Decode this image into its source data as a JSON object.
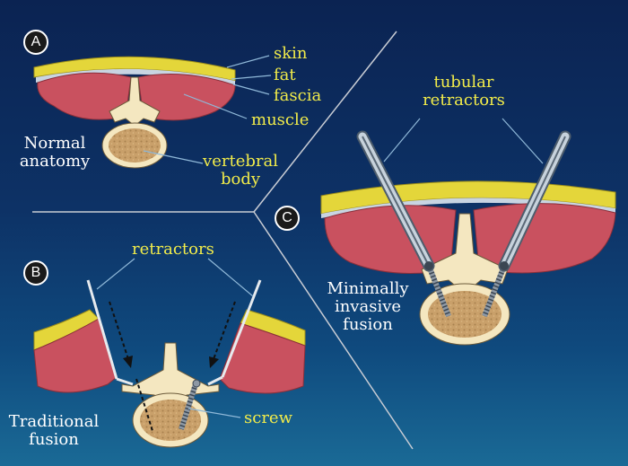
{
  "panels": {
    "a": {
      "badge": "A",
      "caption": [
        "Normal",
        "anatomy"
      ],
      "labels": {
        "skin": "skin",
        "fat": "fat",
        "fascia": "fascia",
        "muscle": "muscle",
        "vertebral_body": [
          "vertebral",
          "body"
        ]
      }
    },
    "b": {
      "badge": "B",
      "caption": [
        "Traditional",
        "fusion"
      ],
      "labels": {
        "retractors": "retractors",
        "screw": "screw"
      }
    },
    "c": {
      "badge": "C",
      "caption": [
        "Minimally",
        "invasive",
        "fusion"
      ],
      "labels": {
        "tubular_retractors": [
          "tubular",
          "retractors"
        ]
      }
    }
  },
  "colors": {
    "label_yellow": "#f2ec4a",
    "caption_white": "#ffffff",
    "skin_fat": "#e4d63a",
    "muscle": "#c9515f",
    "bone": "#f4e7c0",
    "marrow": "#c9a06a",
    "fascia": "#c8d4e2",
    "leader_line": "#8fb8d8",
    "divider": "#c8ccd4"
  }
}
